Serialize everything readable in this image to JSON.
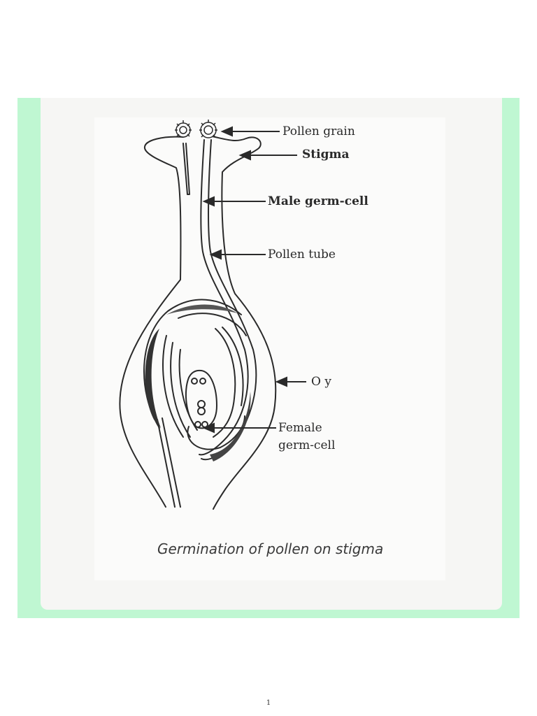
{
  "labels": {
    "pollen_grain": "Pollen grain",
    "stigma": "Stigma",
    "male_germ_cell": "Male germ-cell",
    "pollen_tube": "Pollen tube",
    "ovary": "O   y",
    "female_germ_cell_line1": "Female",
    "female_germ_cell_line2": "germ-cell"
  },
  "caption": "Germination of pollen on stigma",
  "page_number": "1",
  "colors": {
    "frame": "#bff7d2",
    "card": "#f6f6f4",
    "ink": "#2a2a2a"
  }
}
